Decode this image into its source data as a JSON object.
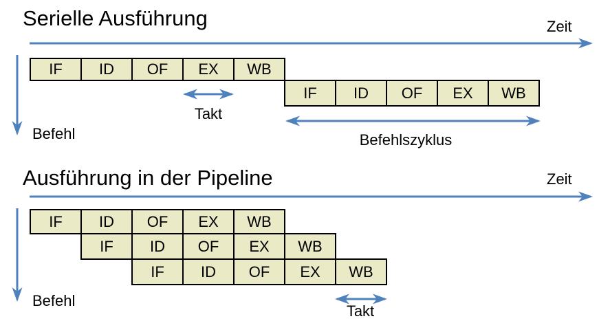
{
  "colors": {
    "arrow_blue": "#4F81BD",
    "box_fill": "#EAEAC6",
    "box_border": "#000000",
    "text": "#000000",
    "background": "#FFFFFF"
  },
  "stages": [
    "IF",
    "ID",
    "OF",
    "EX",
    "WB"
  ],
  "serial_section": {
    "title": "Serielle Ausführung",
    "time_axis_label": "Zeit",
    "instruction_axis_label": "Befehl",
    "clock_label": "Takt",
    "instruction_cycle_label": "Befehlszyklus",
    "instruction_row_count": 2
  },
  "pipeline_section": {
    "title": "Ausführung in der Pipeline",
    "time_axis_label": "Zeit",
    "instruction_axis_label": "Befehl",
    "clock_label": "Takt",
    "instruction_row_count": 3
  }
}
